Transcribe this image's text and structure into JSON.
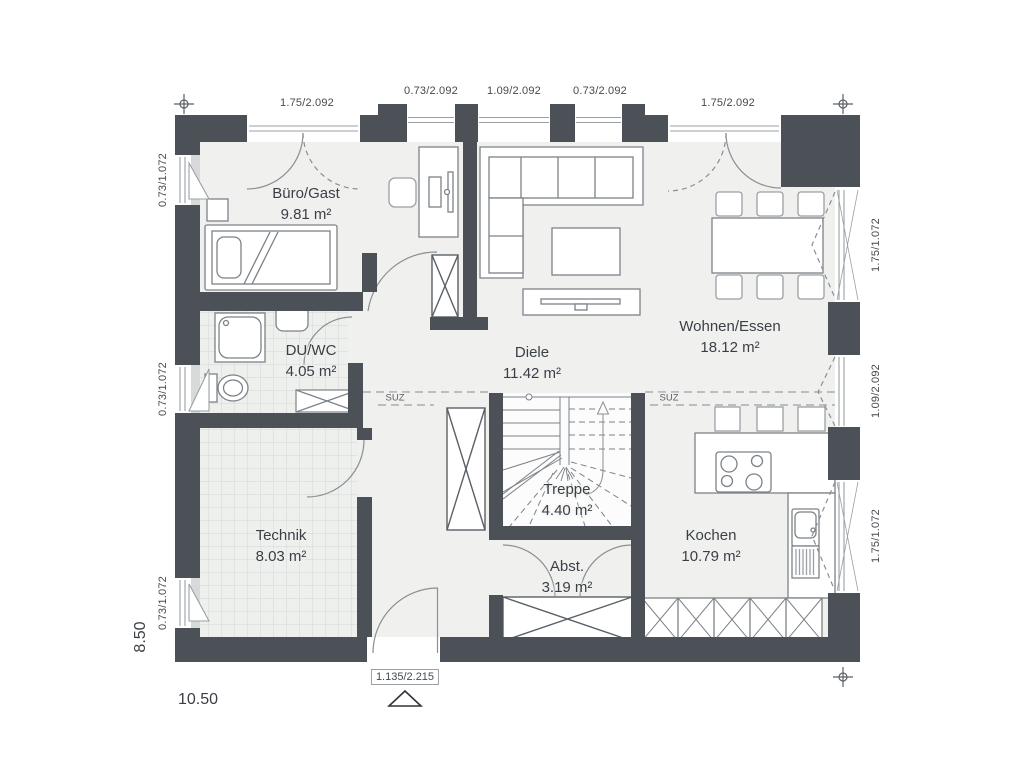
{
  "plan": {
    "title": "floor-plan-ground-floor",
    "rooms": [
      {
        "name": "Büro/Gast",
        "area": "9.81 m²"
      },
      {
        "name": "DU/WC",
        "area": "4.05 m²"
      },
      {
        "name": "Technik",
        "area": "8.03 m²"
      },
      {
        "name": "Diele",
        "area": "11.42 m²"
      },
      {
        "name": "Treppe",
        "area": "4.40 m²"
      },
      {
        "name": "Abst.",
        "area": "3.19 m²"
      },
      {
        "name": "Wohnen/Essen",
        "area": "18.12 m²"
      },
      {
        "name": "Kochen",
        "area": "10.79 m²"
      }
    ],
    "dims": {
      "top": [
        "1.75/2.092",
        "0.73/2.092",
        "1.09/2.092",
        "0.73/2.092",
        "1.75/2.092"
      ],
      "left": [
        "0.73/1.072",
        "0.73/1.072",
        "0.73/1.072"
      ],
      "right": [
        "1.75/1.072",
        "1.09/2.092",
        "1.75/1.072"
      ],
      "entrance_door": "1.135/2.215",
      "overall_width": "10.50",
      "overall_height": "8.50",
      "suz_left": "SUZ",
      "suz_right": "SUZ"
    },
    "colors": {
      "wall": "#4b5156",
      "floor": "#f0f1ef",
      "tile_line": "#d3d6d5",
      "furniture_line": "#7d8287",
      "light_line": "#9aa0a4",
      "text": "#3a3f45"
    }
  }
}
